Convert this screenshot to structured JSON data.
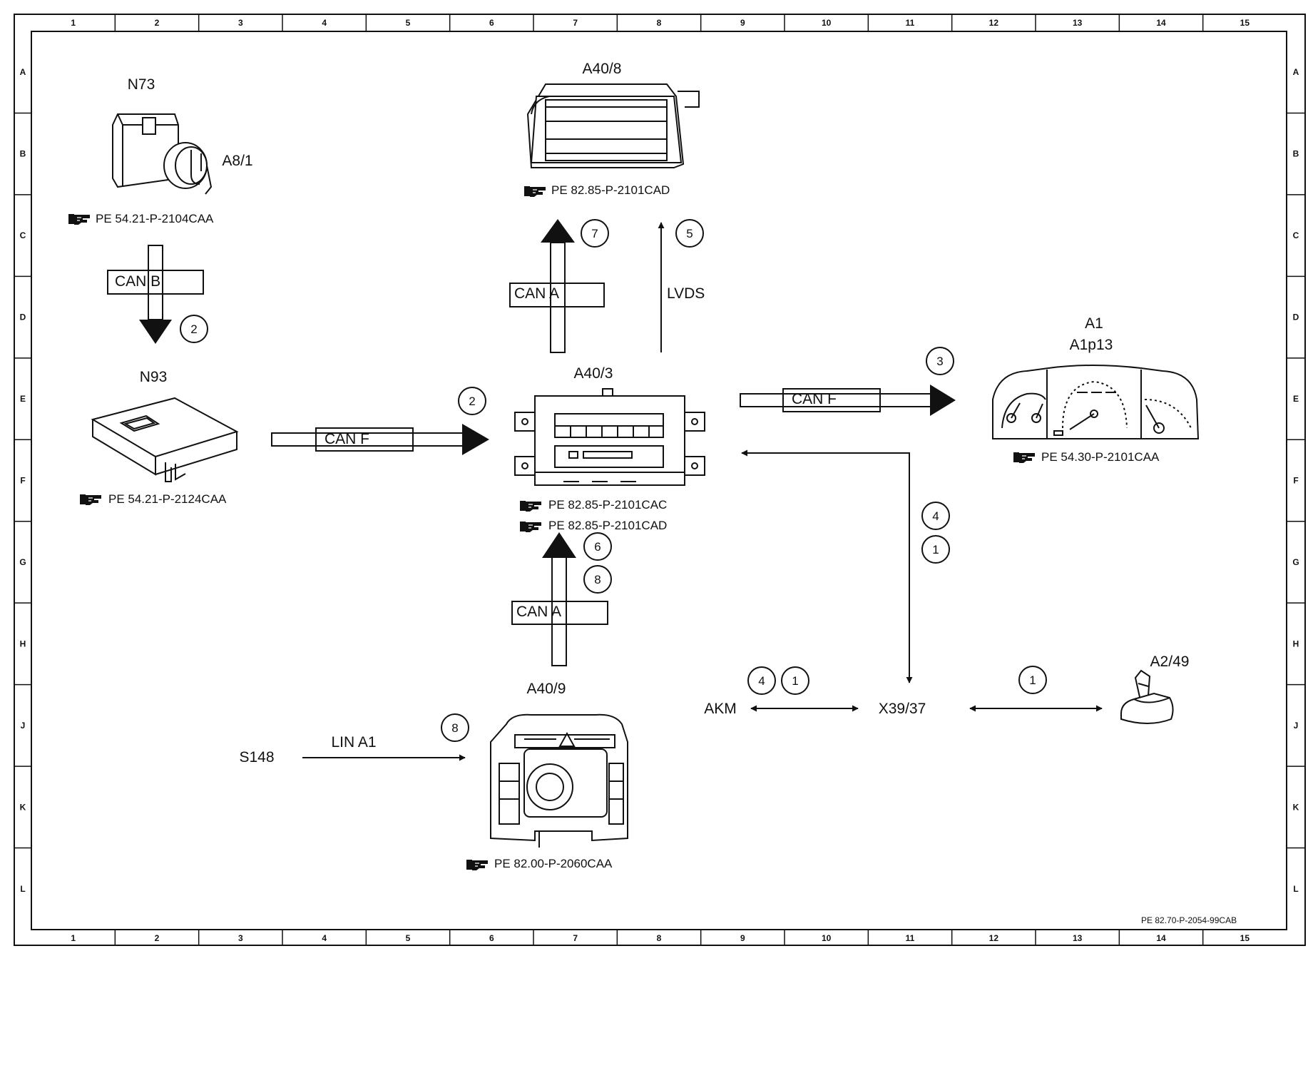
{
  "grid": {
    "cols": [
      "1",
      "2",
      "3",
      "4",
      "5",
      "6",
      "7",
      "8",
      "9",
      "10",
      "11",
      "12",
      "13",
      "14",
      "15"
    ],
    "rows": [
      "A",
      "B",
      "C",
      "D",
      "E",
      "F",
      "G",
      "H",
      "J",
      "K",
      "L"
    ]
  },
  "components": {
    "n73": "N73",
    "a8_1": "A8/1",
    "n93": "N93",
    "a40_8": "A40/8",
    "a40_3": "A40/3",
    "a40_9": "A40/9",
    "a1": "A1",
    "a1p13": "A1p13",
    "a2_49": "A2/49",
    "s148": "S148",
    "akm": "AKM",
    "x39_37": "X39/37"
  },
  "references": {
    "n73": "PE 54.21-P-2104CAA",
    "n93": "PE 54.21-P-2124CAA",
    "a40_8": "PE 82.85-P-2101CAD",
    "a40_3_1": "PE 82.85-P-2101CAC",
    "a40_3_2": "PE 82.85-P-2101CAD",
    "a1": "PE 54.30-P-2101CAA",
    "a40_9": "PE 82.00-P-2060CAA"
  },
  "buses": {
    "can_b": "CAN B",
    "can_a_top": "CAN A",
    "lvds": "LVDS",
    "can_f_left": "CAN F",
    "can_f_right": "CAN F",
    "can_a_bottom": "CAN A",
    "lin_a1": "LIN A1"
  },
  "callouts": {
    "c2_n73": "2",
    "c7": "7",
    "c5": "5",
    "c2_n93": "2",
    "c3": "3",
    "c4_v": "4",
    "c1_v": "1",
    "c6": "6",
    "c8_can": "8",
    "c4_akm": "4",
    "c1_akm": "1",
    "c1_a249": "1",
    "c8_lin": "8"
  },
  "doc_code": "PE 82.70-P-2054-99CAB",
  "colors": {
    "ink": "#111111",
    "background": "#ffffff"
  }
}
